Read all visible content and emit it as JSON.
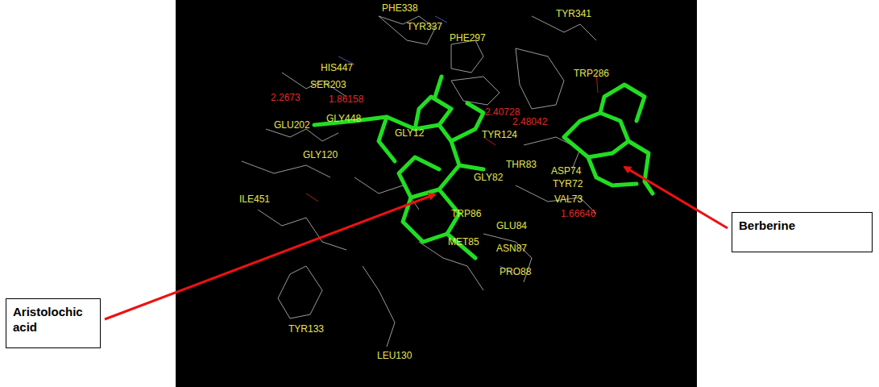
{
  "diagram": {
    "nodes": [
      {
        "text": [
          "Aristolochic acid"
        ]
      },
      {
        "text": [
          "Berberine"
        ]
      }
    ],
    "labels": [
      "PHE338",
      "TYR341",
      "TYR337",
      "PHE297",
      "TRP286",
      "HIS447",
      "SER203",
      "2.2673",
      "1.86158",
      "GLU202",
      "GLY448",
      "GLY12",
      "2.40728",
      "2.48042",
      "TYR124",
      "GLY120",
      "THR83",
      "GLY82",
      "ASP74",
      "TYR72",
      "VAL73",
      "ILE451",
      "TRP86",
      "GLU84",
      "1.66646",
      "MET85",
      "ASN87",
      "PRO88",
      "TYR133",
      "LEU130"
    ]
  }
}
